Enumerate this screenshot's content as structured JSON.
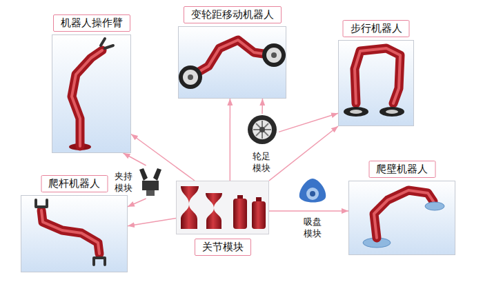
{
  "diagram": {
    "nodes": [
      {
        "text": [
          "机器人操作臂"
        ]
      },
      {
        "text": [
          "变轮距移动机器人"
        ]
      },
      {
        "text": [
          "步行机器人"
        ]
      },
      {
        "text": [
          "轮足 模块"
        ]
      },
      {
        "text": [
          "夹持 模块"
        ]
      },
      {
        "text": [
          "爬杆机器人"
        ]
      },
      {
        "text": [
          "关节模块"
        ]
      },
      {
        "text": [
          "吸盘 模块"
        ]
      },
      {
        "text": [
          "爬壁机器人"
        ]
      }
    ],
    "edges": [
      {
        "from": 6,
        "to": 0,
        "arrow": "to"
      },
      {
        "from": 6,
        "to": 1,
        "arrow": "to"
      },
      {
        "from": 6,
        "to": 2,
        "arrow": "to"
      },
      {
        "from": 6,
        "to": 5,
        "arrow": "to"
      },
      {
        "from": 6,
        "to": 8,
        "arrow": "to"
      },
      {
        "from": 4,
        "to": 0,
        "arrow": "to"
      },
      {
        "from": 4,
        "to": 5,
        "arrow": "to"
      },
      {
        "from": 3,
        "to": 1,
        "arrow": "to"
      },
      {
        "from": 3,
        "to": 2,
        "arrow": "to"
      }
    ]
  }
}
